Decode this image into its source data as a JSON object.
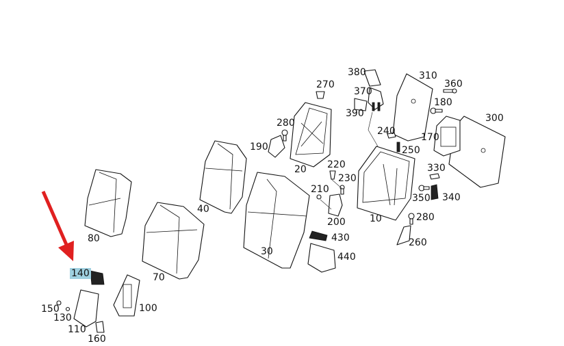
{
  "diagram": {
    "title": "Rear seat backrest exploded parts view",
    "highlight_color": "#9fd0e0",
    "arrow_color": "#e02020",
    "highlighted_part": "140",
    "labels": [
      {
        "id": "10",
        "text": "10"
      },
      {
        "id": "20",
        "text": "20"
      },
      {
        "id": "30",
        "text": "30"
      },
      {
        "id": "40",
        "text": "40"
      },
      {
        "id": "70",
        "text": "70"
      },
      {
        "id": "80",
        "text": "80"
      },
      {
        "id": "100",
        "text": "100"
      },
      {
        "id": "110",
        "text": "110"
      },
      {
        "id": "130",
        "text": "130"
      },
      {
        "id": "140",
        "text": "140"
      },
      {
        "id": "150",
        "text": "150"
      },
      {
        "id": "160",
        "text": "160"
      },
      {
        "id": "170",
        "text": "170"
      },
      {
        "id": "180",
        "text": "180"
      },
      {
        "id": "190",
        "text": "190"
      },
      {
        "id": "200",
        "text": "200"
      },
      {
        "id": "210",
        "text": "210"
      },
      {
        "id": "220",
        "text": "220"
      },
      {
        "id": "230",
        "text": "230"
      },
      {
        "id": "240",
        "text": "240"
      },
      {
        "id": "250",
        "text": "250"
      },
      {
        "id": "260",
        "text": "260"
      },
      {
        "id": "270",
        "text": "270"
      },
      {
        "id": "280a",
        "text": "280"
      },
      {
        "id": "280b",
        "text": "280"
      },
      {
        "id": "300",
        "text": "300"
      },
      {
        "id": "310",
        "text": "310"
      },
      {
        "id": "330",
        "text": "330"
      },
      {
        "id": "340",
        "text": "340"
      },
      {
        "id": "350",
        "text": "350"
      },
      {
        "id": "360",
        "text": "360"
      },
      {
        "id": "370",
        "text": "370"
      },
      {
        "id": "380",
        "text": "380"
      },
      {
        "id": "390",
        "text": "390"
      },
      {
        "id": "430",
        "text": "430"
      },
      {
        "id": "440",
        "text": "440"
      }
    ]
  }
}
